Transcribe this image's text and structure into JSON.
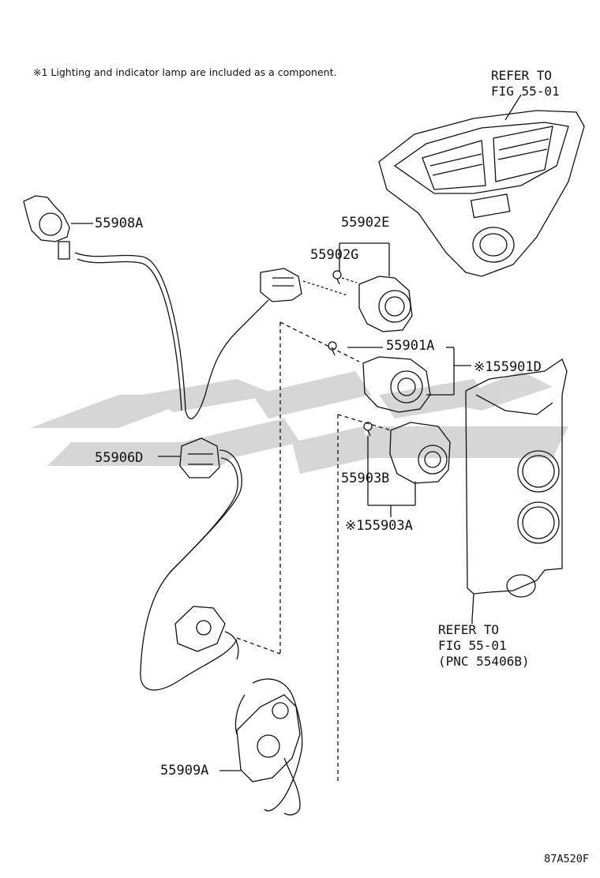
{
  "diagram": {
    "note": "※1 Lighting and indicator lamp are included as a component.",
    "refer_top": [
      "REFER TO",
      "FIG 55-01"
    ],
    "refer_bottom": [
      "REFER TO",
      "FIG 55-01",
      "(PNC 55406B)"
    ],
    "labels": {
      "p55908A": "55908A",
      "p55902E": "55902E",
      "p55902G": "55902G",
      "p55901A": "55901A",
      "p55901D": "※155901D",
      "p55906D": "55906D",
      "p55903B": "55903B",
      "p55903A": "※155903A",
      "p55909A": "55909A"
    },
    "drawing_code": "87A520F",
    "colors": {
      "line": "#111111",
      "watermark": "#cfcfcf"
    }
  }
}
